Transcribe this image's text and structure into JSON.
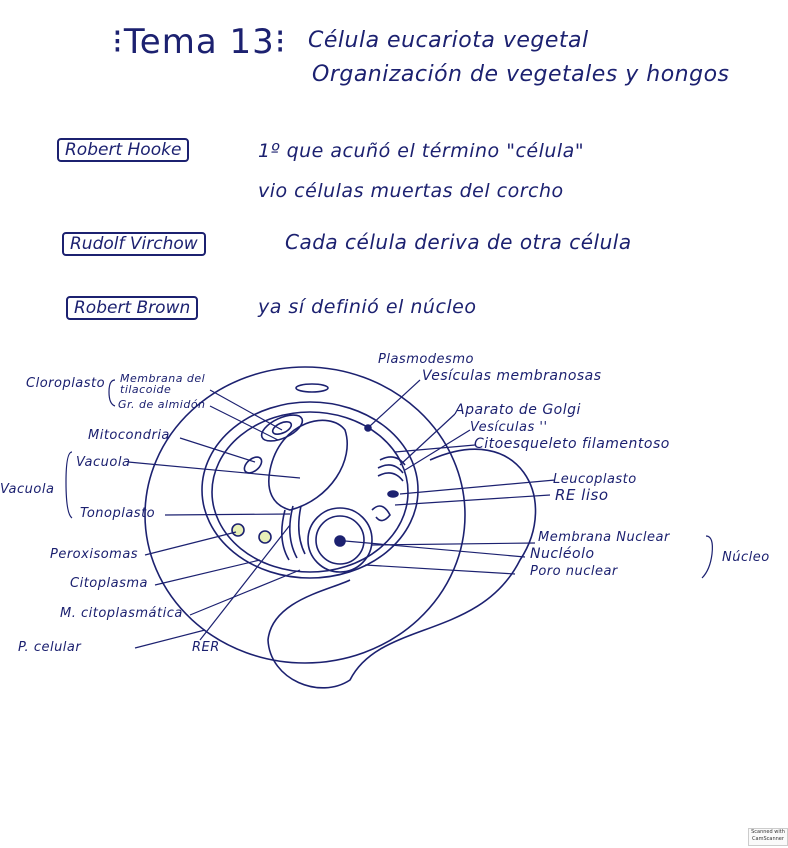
{
  "header": {
    "title": "Tema 13",
    "subtitle_1": "Célula eucariota vegetal",
    "subtitle_2": "Organización de vegetales y hongos"
  },
  "scientists": [
    {
      "name": "Robert Hooke",
      "lines": [
        "1º que acuñó el término \"célula\"",
        "vio células muertas del corcho"
      ]
    },
    {
      "name": "Rudolf Virchow",
      "lines": [
        "Cada célula deriva de otra célula"
      ]
    },
    {
      "name": "Robert Brown",
      "lines": [
        "ya sí definió el núcleo"
      ]
    }
  ],
  "diagram": {
    "left_labels": {
      "cloroplasto": "Cloroplasto",
      "membrana_tilacoide": "Membrana del tilacoide",
      "gr_almidon": "Gr. de almidón",
      "mitocondria": "Mitocondria",
      "vacuola_group": "Vacuola",
      "vacuola": "Vacuola",
      "tonoplasto": "Tonoplasto",
      "peroxisomas": "Peroxisomas",
      "citoplasma": "Citoplasma",
      "m_citoplasmatica": "M. citoplasmática",
      "p_celular": "P. celular",
      "rer": "RER"
    },
    "right_labels": {
      "plasmodesmo": "Plasmodesmo",
      "vesiculas_membranosas": "Vesículas membranosas",
      "golgi": "Aparato de Golgi",
      "vesiculas": "Vesículas ''",
      "citoesqueleto": "Citoesqueleto filamentoso",
      "leucoplasto": "Leucoplasto",
      "re_liso": "RE liso",
      "membrana_nuclear": "Membrana Nuclear",
      "nucleolo": "Nucléolo",
      "poro_nuclear": "Poro nuclear",
      "nucleo_group": "Núcleo"
    }
  },
  "footer": {
    "scanner_badge": "Scanned with CamScanner"
  },
  "colors": {
    "ink": "#1c2170",
    "organelle_fill": "#e8f0b8"
  }
}
